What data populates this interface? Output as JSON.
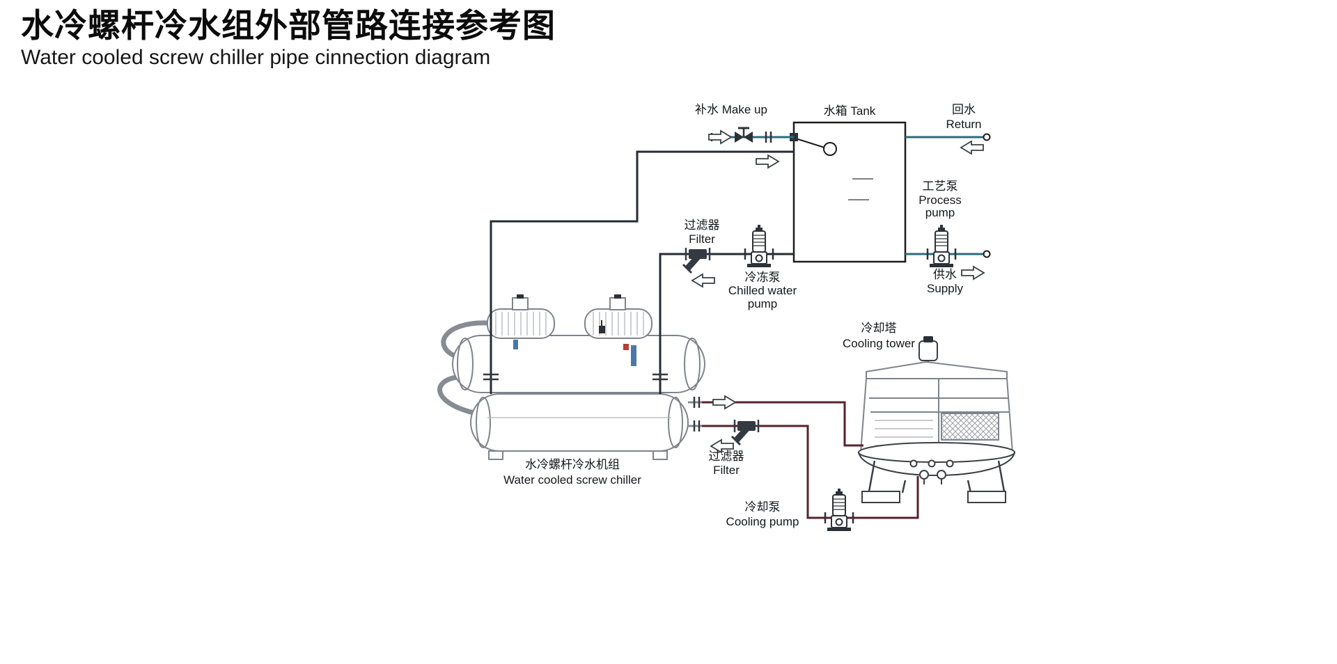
{
  "header": {
    "title_zh": "水冷螺杆冷水组外部管路连接参考图",
    "subtitle_en": "Water cooled screw chiller pipe cinnection diagram"
  },
  "tank": {
    "label": "水箱 Tank",
    "makeup_label": "补水 Make up",
    "return_zh": "回水",
    "return_en": "Return"
  },
  "process_pump": {
    "zh": "工艺泵",
    "en_line1": "Process",
    "en_line2": "pump"
  },
  "supply": {
    "zh": "供水",
    "en": "Supply"
  },
  "chilled_filter": {
    "zh": "过滤器",
    "en": "Filter"
  },
  "chilled_pump": {
    "zh": "冷冻泵",
    "en_line1": "Chilled water",
    "en_line2": "pump"
  },
  "chiller": {
    "zh": "水冷螺杆冷水机组",
    "en": "Water cooled screw chiller"
  },
  "cooling_tower": {
    "zh": "冷却塔",
    "en": "Cooling tower"
  },
  "cooling_filter": {
    "zh": "过滤器",
    "en": "Filter"
  },
  "cooling_pump": {
    "zh": "冷却泵",
    "en": "Cooling pump"
  },
  "colors": {
    "pipe_clean_water": "#2d6b7c",
    "pipe_chilled_water": "#252b33",
    "pipe_cooling_water": "#55232c",
    "equipment_line": "#7e848b",
    "dark_fitting": "#2c3138",
    "accent_blue": "#4a77ab",
    "accent_red": "#b04038"
  }
}
